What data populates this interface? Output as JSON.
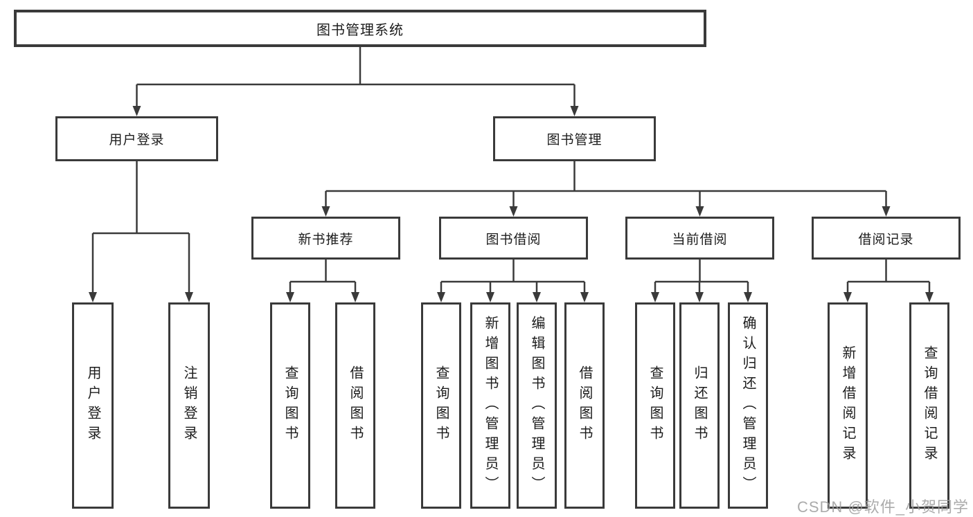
{
  "tree": {
    "label": "图书管理系统",
    "children": [
      {
        "label": "用户登录",
        "children": [
          {
            "label": "用户登录"
          },
          {
            "label": "注销登录"
          }
        ]
      },
      {
        "label": "图书管理",
        "children": [
          {
            "label": "新书推荐",
            "children": [
              {
                "label": "查询图书"
              },
              {
                "label": "借阅图书"
              }
            ]
          },
          {
            "label": "图书借阅",
            "children": [
              {
                "label": "查询图书"
              },
              {
                "label": "新增图书（管理员）"
              },
              {
                "label": "编辑图书（管理员）"
              },
              {
                "label": "借阅图书"
              }
            ]
          },
          {
            "label": "当前借阅",
            "children": [
              {
                "label": "查询图书"
              },
              {
                "label": "归还图书"
              },
              {
                "label": "确认归还（管理员）"
              }
            ]
          },
          {
            "label": "借阅记录",
            "children": [
              {
                "label": "新增借阅记录"
              },
              {
                "label": "查询借阅记录"
              }
            ]
          }
        ]
      }
    ]
  },
  "watermark": {
    "text": "CSDN @软件_小贺同学"
  },
  "colors": {
    "line": "#3a3a3a",
    "text": "#1c1c1c",
    "watermark": "#9d9d9d"
  }
}
